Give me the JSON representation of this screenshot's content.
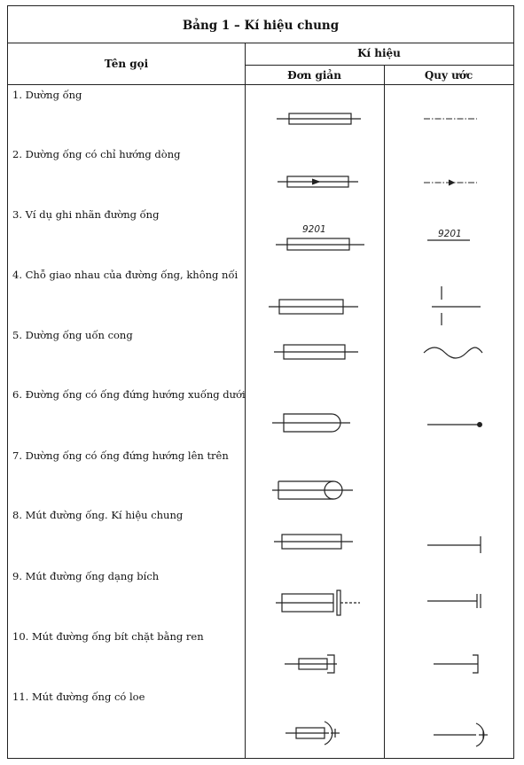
{
  "table": {
    "title": "Bảng 1 – Kí hiệu chung",
    "col_name": "Tên gọi",
    "col_symbol": "Kí hiệu",
    "col_simple": "Đơn giản",
    "col_convention": "Quy ước"
  },
  "rows": [
    {
      "label": "1. Dường ống"
    },
    {
      "label": "2. Dường ống có chỉ hướng dòng"
    },
    {
      "label": "3. Ví dụ ghi nhãn đường ống"
    },
    {
      "label": "4. Chỗ giao nhau của đường ống, không nối"
    },
    {
      "label": "5. Dường ống uốn cong"
    },
    {
      "label": "6. Đường ống có ống đứng hướng xuống dưới"
    },
    {
      "label": "7. Dường ống có ống đứng hướng lên trên"
    },
    {
      "label": "8. Mút đường ống. Kí hiệu chung"
    },
    {
      "label": "9. Mút đường ống dạng bích"
    },
    {
      "label": "10. Mút đường ống bít chặt bằng ren"
    },
    {
      "label": "11. Mút đường ống có loe"
    }
  ],
  "label_example": "9201",
  "icons": {
    "plus": "plus-icon"
  }
}
